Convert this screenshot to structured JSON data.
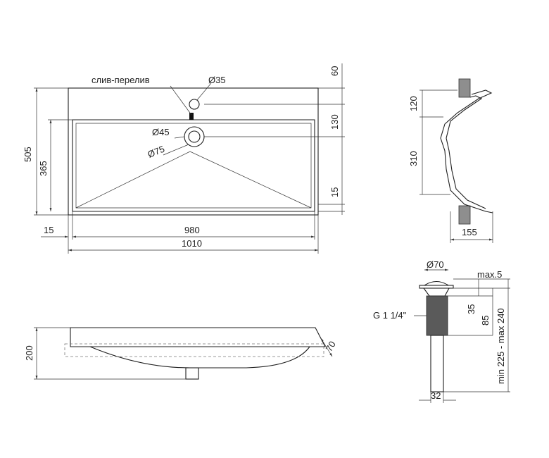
{
  "top_view": {
    "overflow_label": "слив-перелив",
    "d35": "Ø35",
    "d45": "Ø45",
    "d75": "Ø75",
    "dim_60": "60",
    "dim_130": "130",
    "dim_15_right": "15",
    "dim_505": "505",
    "dim_365": "365",
    "dim_15_left": "15",
    "dim_980": "980",
    "dim_1010": "1010"
  },
  "side_section": {
    "dim_120": "120",
    "dim_310": "310",
    "dim_155": "155"
  },
  "front_view": {
    "dim_200": "200",
    "dim_70": "70"
  },
  "drain": {
    "d70": "Ø70",
    "max5": "max.5",
    "dim_35": "35",
    "dim_85": "85",
    "range": "min 225 - max 240",
    "thread": "G 1 1/4\"",
    "dim_32": "32"
  }
}
